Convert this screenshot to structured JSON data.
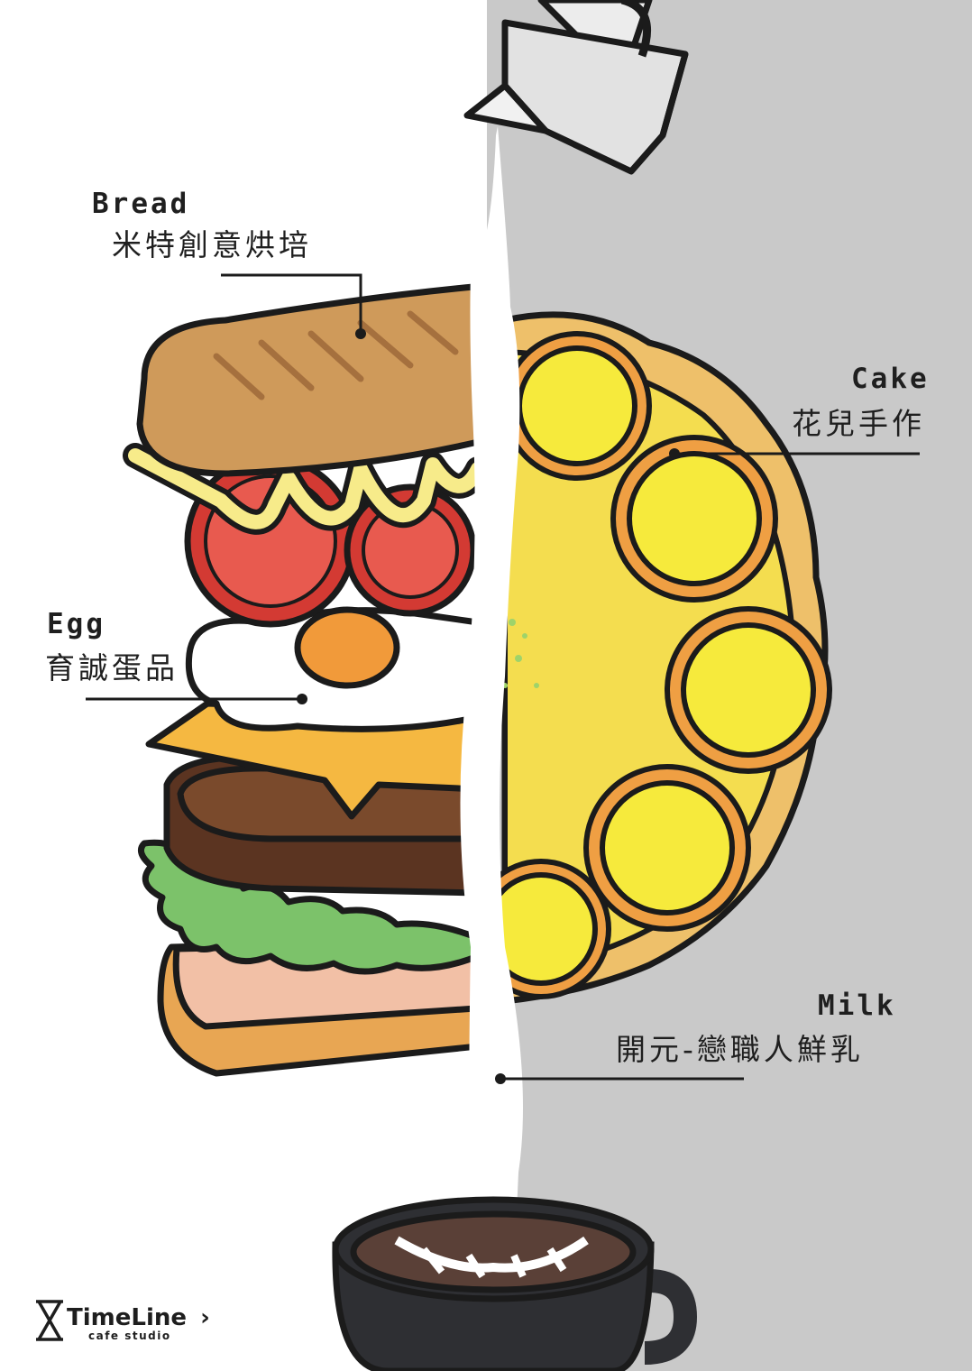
{
  "labels": {
    "bread": {
      "en": "Bread",
      "zh": "米特創意烘培"
    },
    "cake": {
      "en": "Cake",
      "zh": "花兒手作"
    },
    "egg": {
      "en": "Egg",
      "zh": "育誠蛋品"
    },
    "milk": {
      "en": "Milk",
      "zh": "開元-戀職人鮮乳"
    }
  },
  "logo": {
    "title": "TimeLine",
    "chevron": "›",
    "subtitle": "cafe studio"
  },
  "colors": {
    "background_right": "#c9c9c9",
    "outline": "#1b1b1b",
    "bread": "#cf9a5a",
    "lemon": "#f6ea3c",
    "tart_crust": "#eec06a",
    "cheese": "#f5b841",
    "tomato": "#d33a33",
    "lettuce": "#7cc26a",
    "ham": "#f2c0a6",
    "patty": "#5b3421",
    "coffee": "#5a4037",
    "cup": "#2e2f33"
  }
}
